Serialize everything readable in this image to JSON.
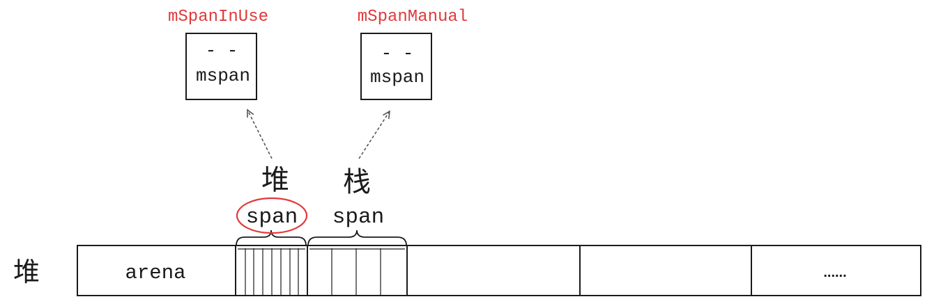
{
  "colors": {
    "ink": "#1a1a1a",
    "accent": "#e0393b",
    "arrow": "#555555",
    "background": "#ffffff"
  },
  "left": {
    "heap_glyph": "堆"
  },
  "heap_row": {
    "arena_label": "arena",
    "ellipsis": "......"
  },
  "top": {
    "in_use": {
      "list_name": "mSpanInUse",
      "dashes": "- -",
      "label": "mspan"
    },
    "manual": {
      "list_name": "mSpanManual",
      "dashes": "- -",
      "label": "mspan"
    }
  },
  "spans": {
    "heap": {
      "kind": "堆",
      "label": "span",
      "highlighted": true
    },
    "stack": {
      "kind": "栈",
      "label": "span",
      "highlighted": false
    }
  }
}
